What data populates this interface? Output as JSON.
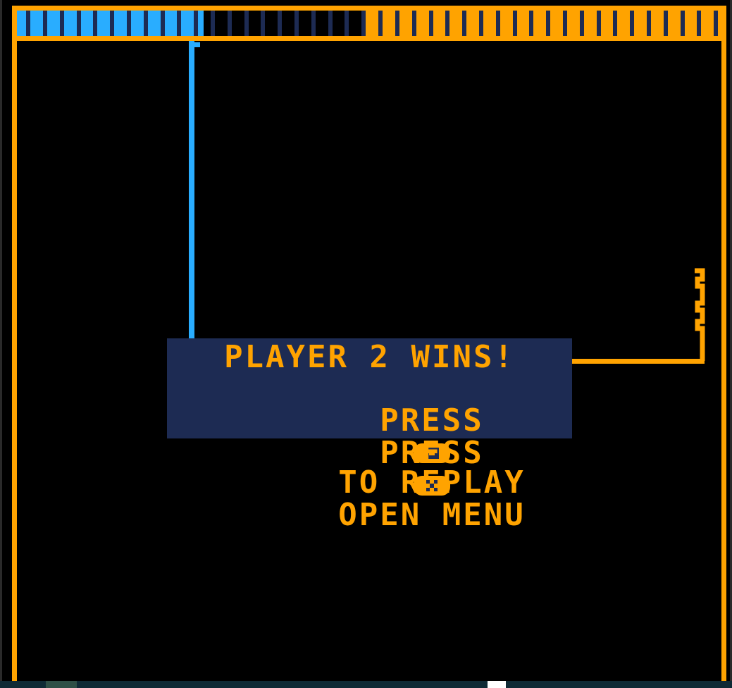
{
  "game": {
    "message": {
      "line1": "PLAYER 2 WINS!",
      "line2_prefix": "PRESS",
      "line2_button_icon": "o-button-icon",
      "line2_suffix": "TO REPLAY",
      "line3_prefix": "PRESS",
      "line3_button_icon": "x-button-icon",
      "line3_suffix": "OPEN MENU"
    },
    "hud": {
      "player1_progress": 0.265,
      "player1_color": "#29adff",
      "player1_dark_color": "#1d2b53",
      "player2_progress": 0.49,
      "player2_color": "#ffa300",
      "segments_total": 42
    },
    "colors": {
      "background": "#000000",
      "border": "#ffa300",
      "player1_trail": "#29adff",
      "player2_trail": "#ffa300",
      "message_box": "#1d2b53",
      "message_text": "#ffa300"
    }
  }
}
